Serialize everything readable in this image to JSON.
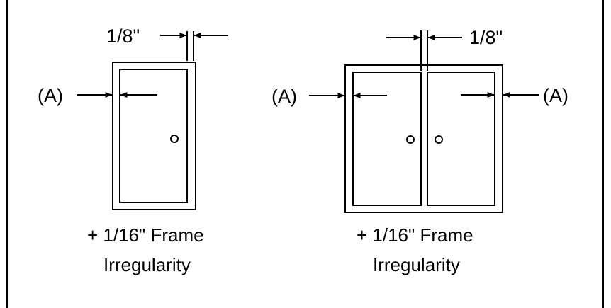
{
  "colors": {
    "line": "#000000",
    "background": "#ffffff"
  },
  "single_door": {
    "top_gap_label": "1/8\"",
    "side_gap_label": "(A)",
    "caption_line1": "+ 1/16\" Frame",
    "caption_line2": "Irregularity"
  },
  "double_door": {
    "center_gap_label": "1/8\"",
    "left_gap_label": "(A)",
    "right_gap_label": "(A)",
    "caption_line1": "+ 1/16\" Frame",
    "caption_line2": "Irregularity"
  }
}
